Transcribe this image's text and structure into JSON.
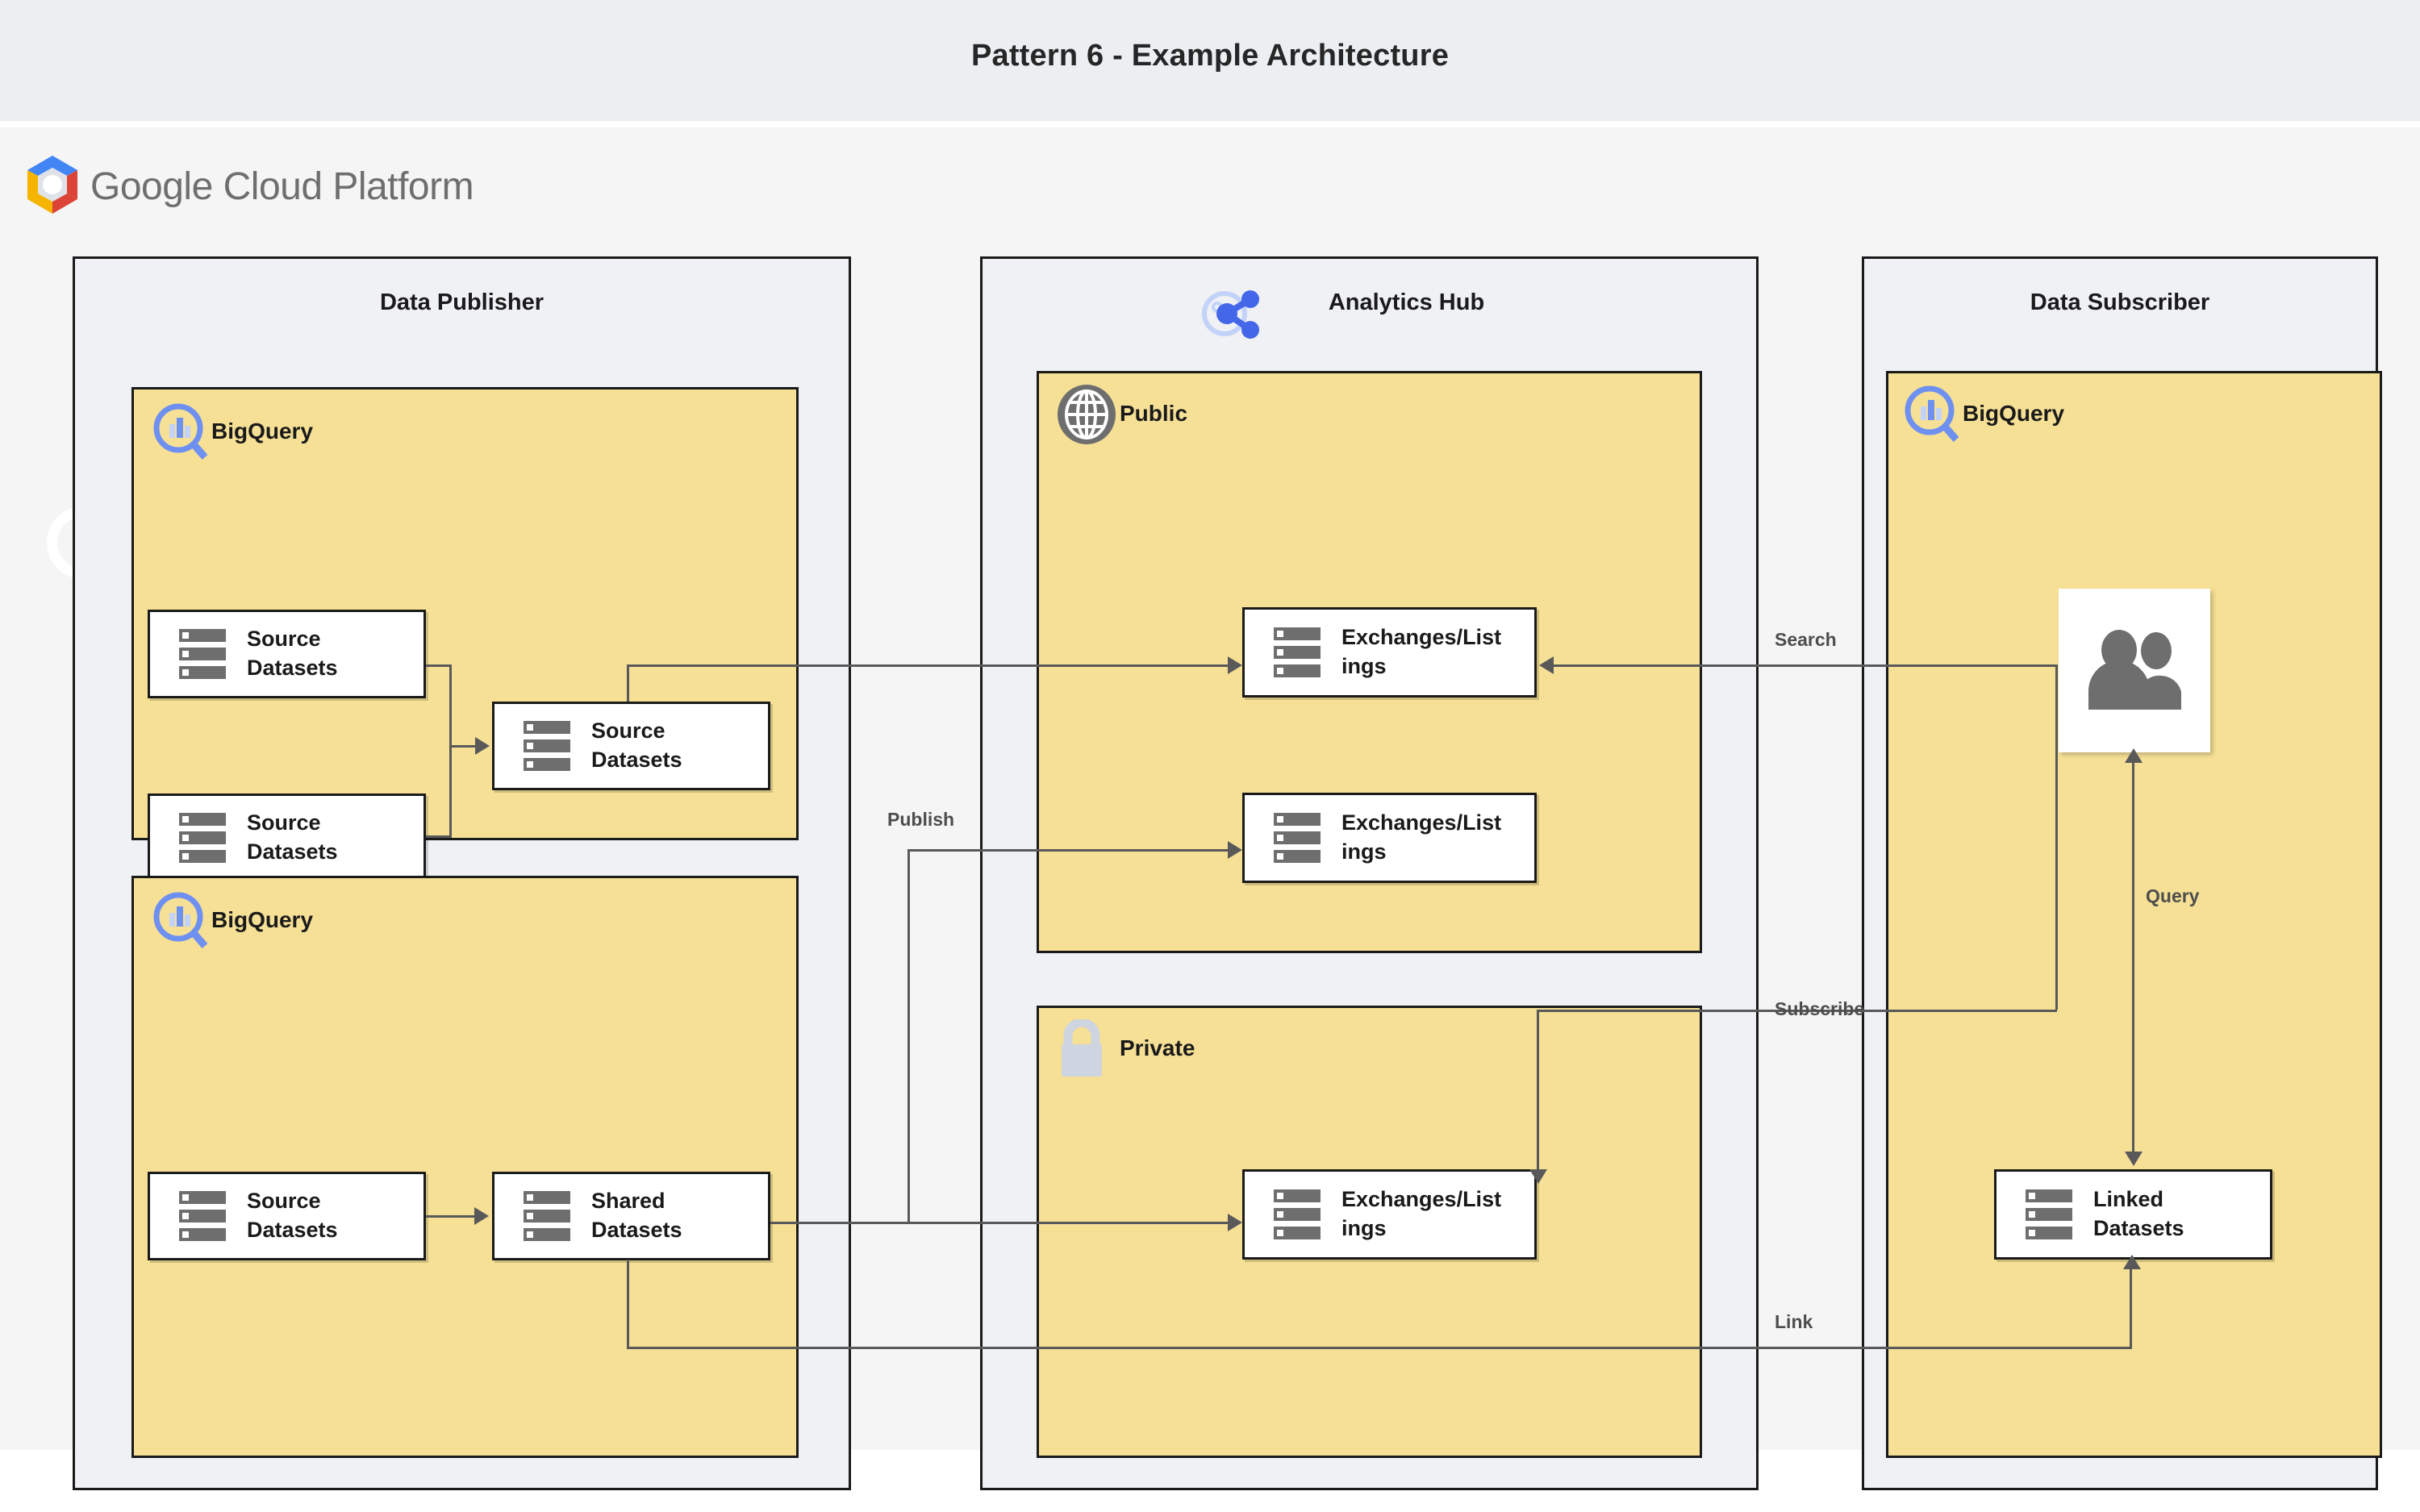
{
  "title": "Pattern 6 - Example Architecture",
  "platform": {
    "logo_icon": "gcp-hexagon-icon",
    "name": "Google Cloud Platform"
  },
  "groups": [
    {
      "id": "data-publisher",
      "label": "Data Publisher",
      "icon": null,
      "zones": [
        {
          "id": "publisher-bigquery-top",
          "label": "BigQuery",
          "icon": "bigquery-icon",
          "nodes": [
            {
              "id": "src-1",
              "label": "Source Datasets",
              "icon": "datasets-icon"
            },
            {
              "id": "src-2",
              "label": "Source Datasets",
              "icon": "datasets-icon"
            },
            {
              "id": "src-3",
              "label": "Source Datasets",
              "icon": "datasets-icon"
            }
          ]
        },
        {
          "id": "publisher-bigquery-bottom",
          "label": "BigQuery",
          "icon": "bigquery-icon",
          "nodes": [
            {
              "id": "src-4",
              "label": "Source Datasets",
              "icon": "datasets-icon"
            },
            {
              "id": "shared-1",
              "label": "Shared Datasets",
              "icon": "datasets-icon"
            }
          ]
        }
      ]
    },
    {
      "id": "analytics-hub",
      "label": "Analytics Hub",
      "icon": "analytics-hub-share-icon",
      "zones": [
        {
          "id": "public-zone",
          "label": "Public",
          "icon": "globe-icon",
          "nodes": [
            {
              "id": "exch-1",
              "label": "Exchanges/Listings",
              "icon": "datasets-icon"
            },
            {
              "id": "exch-2",
              "label": "Exchanges/Listings",
              "icon": "datasets-icon"
            }
          ]
        },
        {
          "id": "private-zone",
          "label": "Private",
          "icon": "lock-icon",
          "nodes": [
            {
              "id": "exch-3",
              "label": "Exchanges/Listings",
              "icon": "datasets-icon"
            }
          ]
        }
      ]
    },
    {
      "id": "data-subscriber",
      "label": "Data Subscriber",
      "icon": null,
      "zones": [
        {
          "id": "subscriber-bigquery",
          "label": "BigQuery",
          "icon": "bigquery-icon",
          "nodes": [
            {
              "id": "users-1",
              "label": "",
              "icon": "users-icon"
            },
            {
              "id": "linked-1",
              "label": "Linked Datasets",
              "icon": "datasets-icon"
            }
          ]
        }
      ]
    }
  ],
  "edges": [
    {
      "id": "edge-search",
      "label": "Search"
    },
    {
      "id": "edge-publish",
      "label": "Publish"
    },
    {
      "id": "edge-subscribe",
      "label": "Subscribe"
    },
    {
      "id": "edge-query",
      "label": "Query"
    },
    {
      "id": "edge-link",
      "label": "Link"
    }
  ],
  "colors": {
    "title_band": "#eceff1",
    "canvas": "#f5f5f5",
    "group_fill": "#eff1f4",
    "zone_fill": "#f6e096",
    "node_fill": "#ffffff",
    "stroke": "#1a1a1a",
    "connector": "#595959",
    "icon_gray": "#6e6e6e",
    "bigquery_blue": "#6e90f0",
    "analytics_blue": "#4367e8",
    "lock_gray": "#ced4e0"
  }
}
